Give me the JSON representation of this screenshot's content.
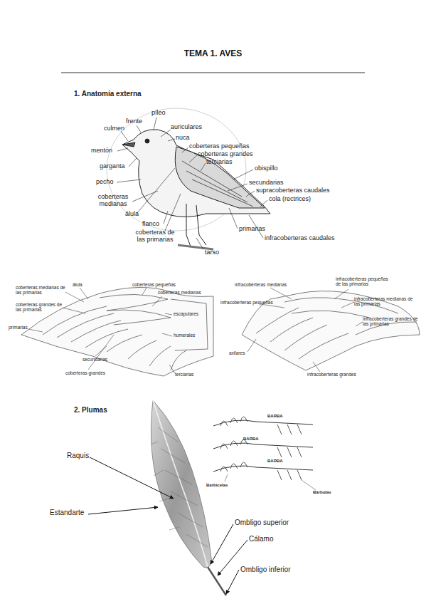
{
  "diagram": {
    "title": "TEMA 1. AVES",
    "labels": [
      "1. Anatomía externa",
      "píleo",
      "frente",
      "culmen",
      "auriculares",
      "nuca",
      "mentón",
      "coberteras pequeñas",
      "coberteras grandes",
      "terciarias",
      "garganta",
      "obispillo",
      "pecho",
      "secundarias",
      "supracoberteras caudales",
      "cola (rectrices)",
      "coberteras medianas",
      "álula",
      "flanco",
      "coberteras de las primarias",
      "primarias",
      "infracoberteras caudales",
      "tarso",
      "álula",
      "coberteras pequeñas",
      "coberteras medianas",
      "coberteras medianas de las primarias",
      "coberteras grandes de las primarias",
      "escapulares",
      "primarias",
      "humerales",
      "secundarias",
      "coberteras grandes",
      "terciarias",
      "infracoberteras medianas",
      "infracoberteras pequeñas de las primarias",
      "infracoberteras pequeñas",
      "infracoberteras medianas de las primarias",
      "infracoberteras grandes de las primarias",
      "axilares",
      "infracoberteras grandes",
      "2. Plumas",
      "Raquis",
      "Estandarte",
      "Ombligo superior",
      "Cálamo",
      "Ombligo inferior",
      "BARBA",
      "BARBA",
      "BARBA",
      "Barbicelas",
      "Bárbulas"
    ]
  }
}
